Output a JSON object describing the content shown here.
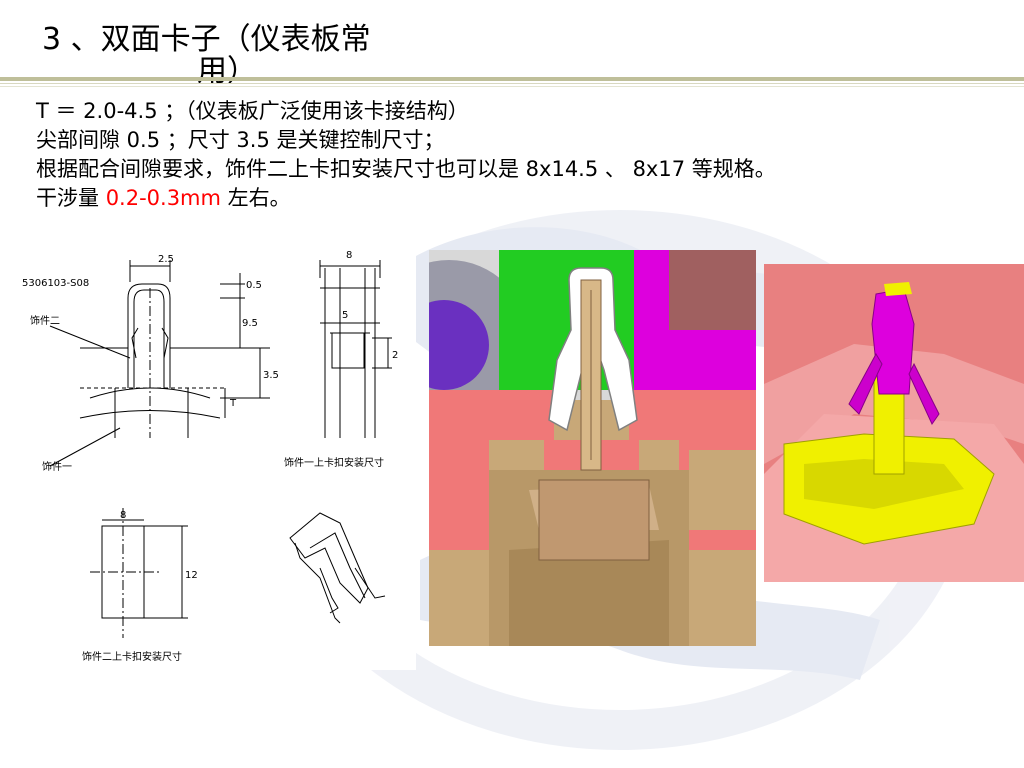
{
  "slide": {
    "title_line1": "3 、双面卡子（仪表板常",
    "title_line2": "用）"
  },
  "body": {
    "line1": "T ＝ 2.0-4.5 ；（仪表板广泛使用该卡接结构）",
    "line2": "尖部间隙 0.5 ；尺寸 3.5 是关键控制尺寸；",
    "line3": "根据配合间隙要求，饰件二上卡扣安装尺寸也可以是 8x14.5 、 8x17 等规格。",
    "line4_prefix": "干涉量 ",
    "line4_highlight": "0.2-0.3mm",
    "line4_suffix": " 左右。"
  },
  "drawing": {
    "dim_2_5": "2.5",
    "part_no": "5306103-S08",
    "label_part2": "饰件二",
    "dim_0_5": "0.5",
    "dim_9_5": "9.5",
    "dim_3_5": "3.5",
    "dim_T": "T",
    "label_part1": "饰件一",
    "dim_8_top": "8",
    "dim_5": "5",
    "dim_2": "2",
    "caption_part1": "饰件一上卡扣安装尺寸",
    "dim_8_bottom": "8",
    "dim_12": "12",
    "caption_part2": "饰件二上卡扣安装尺寸"
  },
  "colors": {
    "highlight_red": "#ff0000",
    "rule": "#bfbf9a",
    "render_pink": "#f08080",
    "render_tan": "#c8a878",
    "render_green": "#22cc22",
    "render_magenta": "#dd00dd",
    "render_yellow": "#f0f000"
  }
}
